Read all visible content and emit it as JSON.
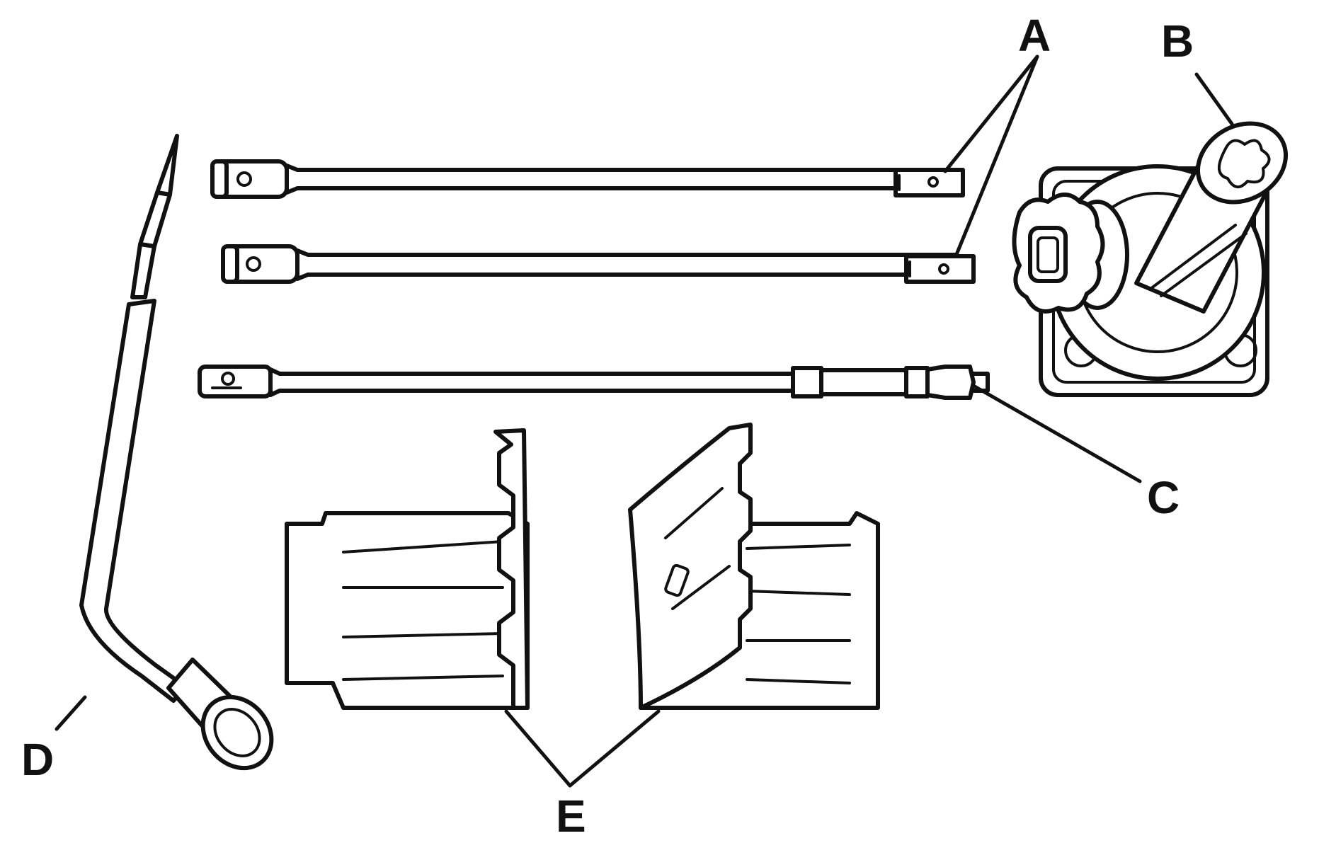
{
  "callouts": {
    "a": "A",
    "b": "B",
    "c": "C",
    "d": "D",
    "e": "E"
  },
  "parts": {
    "a": "extension-rods",
    "b": "jack",
    "c": "jack-handle",
    "d": "wheel-wrench",
    "e": "wheel-blocks"
  }
}
